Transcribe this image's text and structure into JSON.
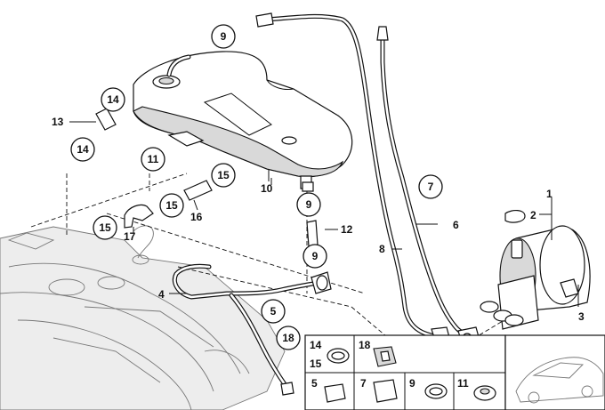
{
  "callouts": {
    "c1": "1",
    "c2": "2",
    "c3": "3",
    "c4": "4",
    "c5": "5",
    "c6": "6",
    "c7": "7",
    "c8": "8",
    "c9a": "9",
    "c9b": "9",
    "c9c": "9",
    "c9d": "9",
    "c10": "10",
    "c11a": "11",
    "c11b": "11",
    "c12": "12",
    "c13": "13",
    "c14a": "14",
    "c14b": "14",
    "c14c": "14",
    "c15a": "15",
    "c15b": "15",
    "c15c": "15",
    "c15d": "15",
    "c16": "16",
    "c17": "17",
    "c18a": "18",
    "c18b": "18",
    "c5b": "5",
    "c7b": "7"
  }
}
